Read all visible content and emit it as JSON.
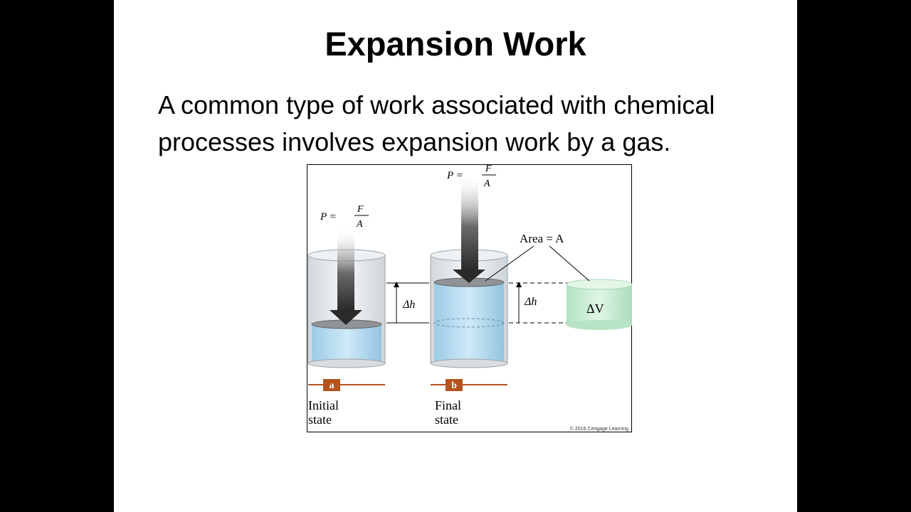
{
  "slide": {
    "title": "Expansion Work",
    "body": "A common type of work associated with chemical processes involves expansion work by a gas."
  },
  "figure": {
    "pressure_formula": {
      "lhs": "P =",
      "numerator": "F",
      "denominator": "A"
    },
    "area_label": "Area = A",
    "delta_h_label": "Δh",
    "delta_v_label": "ΔV",
    "panel_a": {
      "badge": "a",
      "caption_line1": "Initial",
      "caption_line2": "state"
    },
    "panel_b": {
      "badge": "b",
      "caption_line1": "Final",
      "caption_line2": "state"
    },
    "copyright": "© 2016 Cengage Learning"
  },
  "colors": {
    "badge": "#b5531e",
    "gas": "#a9d4ec",
    "delta_v": "#bfe8c9",
    "arrow": "#3a3a3a",
    "background": "#000000"
  },
  "icons": [
    "down-arrow-icon",
    "double-headed-arrow-icon"
  ]
}
